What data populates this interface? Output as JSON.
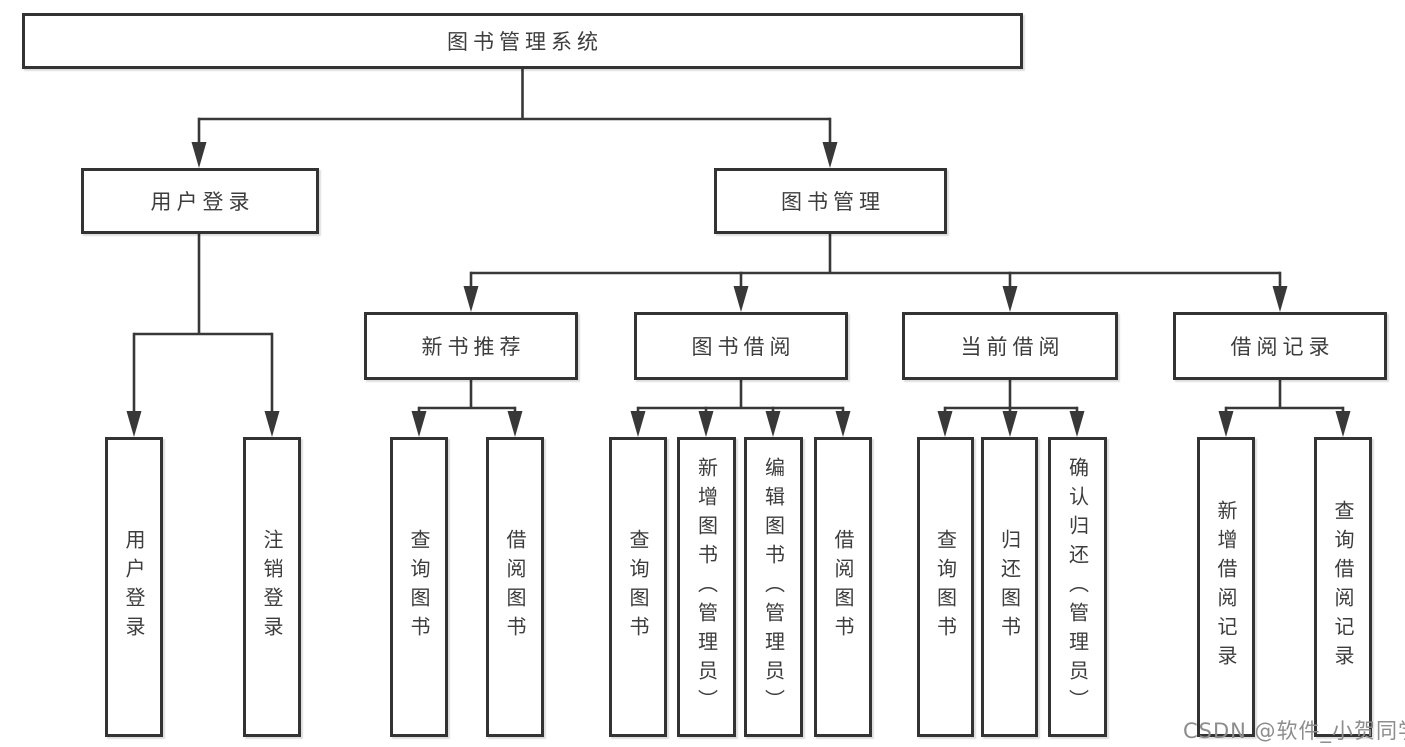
{
  "colors": {
    "line": "#383838",
    "box_border": "#333333",
    "box_fill": "#ffffff",
    "text": "#3d3d3d",
    "watermark": "#8d8d8d",
    "background": "#ffffff"
  },
  "nodes": {
    "root": "图书管理系统",
    "login_branch": "用户登录",
    "book_mgmt_branch": "图书管理",
    "login_leaf_1": "用户登录",
    "login_leaf_2": "注销登录",
    "mid_1": "新书推荐",
    "mid_2": "图书借阅",
    "mid_3": "当前借阅",
    "mid_4": "借阅记录",
    "mid1_leaf_1": "查询图书",
    "mid1_leaf_2": "借阅图书",
    "mid2_leaf_1": "查询图书",
    "mid2_leaf_2": "新增图书（管理员）",
    "mid2_leaf_3": "编辑图书（管理员）",
    "mid2_leaf_4": "借阅图书",
    "mid3_leaf_1": "查询图书",
    "mid3_leaf_2": "归还图书",
    "mid3_leaf_3": "确认归还（管理员）",
    "mid4_leaf_1": "新增借阅记录",
    "mid4_leaf_2": "查询借阅记录"
  },
  "watermark": "CSDN @软件_小贺同学"
}
